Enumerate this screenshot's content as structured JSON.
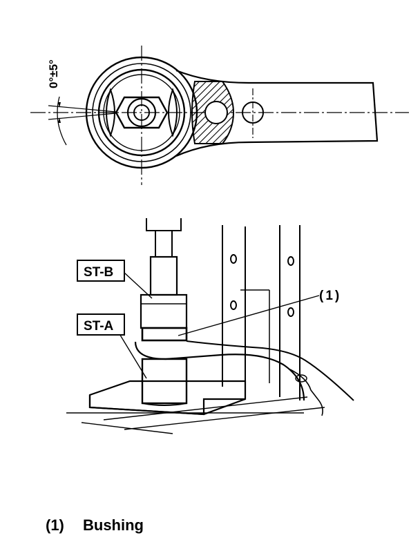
{
  "top_view": {
    "angle_label": "0°±5°"
  },
  "callouts": {
    "st_b": "ST-B",
    "st_a": "ST-A",
    "part_1": "(1)"
  },
  "caption": {
    "number": "(1)",
    "text": "Bushing"
  }
}
